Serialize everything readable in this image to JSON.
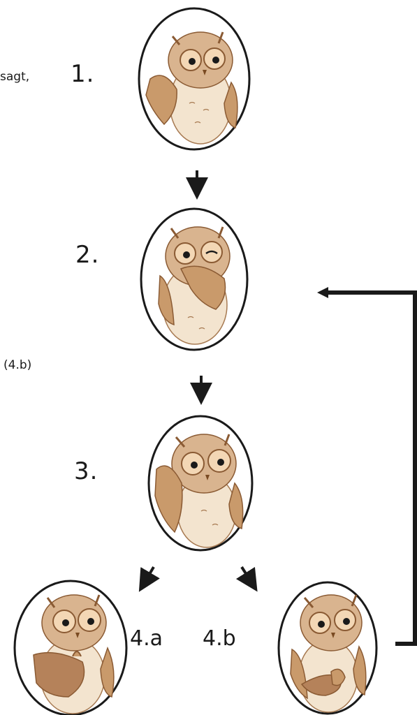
{
  "left_fragments": {
    "top_word": "sagt,",
    "middle_ref": "(4.b)"
  },
  "steps": [
    {
      "label": "1."
    },
    {
      "label": "2."
    },
    {
      "label": "3."
    }
  ],
  "branches": {
    "a_label": "4.a",
    "b_label": "4.b"
  },
  "colors": {
    "outline": "#1a1a1a",
    "owl_light": "#f3e4cf",
    "owl_mid": "#c99a6b",
    "owl_dark": "#8a5a33",
    "eye_ring": "#e9b98a"
  },
  "icons": [
    "owl-waving",
    "owl-covering-mouth",
    "owl-waving",
    "owl-thumb",
    "owl-hands-together"
  ]
}
